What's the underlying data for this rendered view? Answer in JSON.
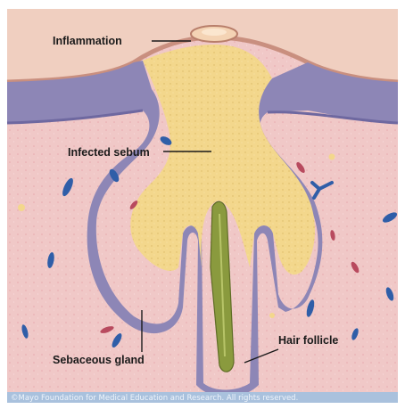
{
  "labels": {
    "inflammation": "Inflammation",
    "infected_sebum": "Infected sebum",
    "sebaceous_gland": "Sebaceous gland",
    "hair_follicle": "Hair follicle"
  },
  "credit": "©Mayo Foundation for Medical Education and Research. All rights reserved.",
  "colors": {
    "skin_surface": "#f0cfc0",
    "epidermis": "#8d86b6",
    "dermis": "#f0c8c7",
    "sebum": "#f3d78c",
    "hair": "#8a9a3e",
    "credit_bar": "#a9c1dd",
    "vessel_blue": "#2f5ea8",
    "vessel_red": "#b84a5e"
  }
}
